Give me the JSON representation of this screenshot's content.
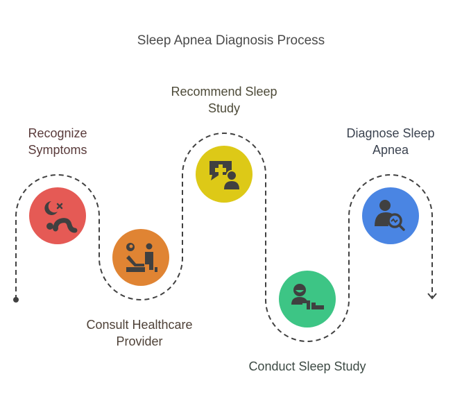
{
  "title": "Sleep Apnea Diagnosis Process",
  "steps": [
    {
      "label_line1": "Recognize",
      "label_line2": "Symptoms",
      "icon": "sleep-disorder-icon",
      "color": "#e55a55",
      "label_color": "#5a3b3b"
    },
    {
      "label_line1": "Consult Healthcare",
      "label_line2": "Provider",
      "icon": "doctor-consultation-icon",
      "color": "#e08433",
      "label_color": "#4e4137"
    },
    {
      "label_line1": "Recommend Sleep",
      "label_line2": "Study",
      "icon": "medical-chat-icon",
      "color": "#ddc917",
      "label_color": "#4d4a38"
    },
    {
      "label_line1": "Conduct Sleep Study",
      "label_line2": "",
      "icon": "patient-bed-icon",
      "color": "#3dc585",
      "label_color": "#3d4a44"
    },
    {
      "label_line1": "Diagnose Sleep",
      "label_line2": "Apnea",
      "icon": "person-analysis-icon",
      "color": "#4a85e3",
      "label_color": "#3b4350"
    }
  ],
  "path_color": "#404040",
  "icon_color": "#404040"
}
